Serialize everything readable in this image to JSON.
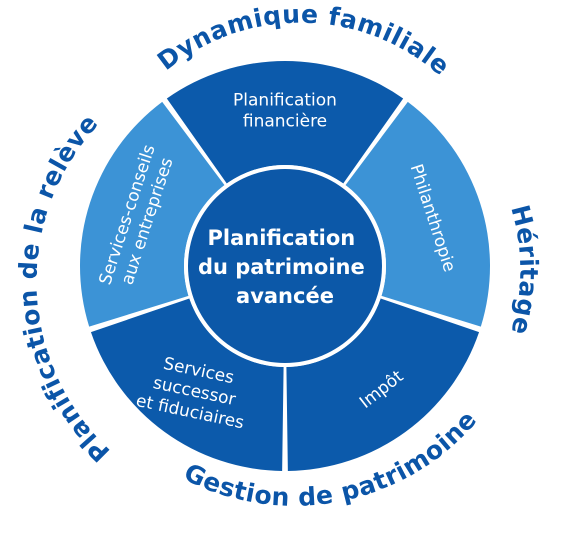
{
  "colors": {
    "dark_blue": "#0c5aab",
    "light_blue": "#3c93d6",
    "center": "#0c58a8",
    "divider": "#ffffff",
    "outer_label": "#0b55a8"
  },
  "center": {
    "lines": [
      "Planification",
      "du patrimoine",
      "avancée"
    ]
  },
  "segments": [
    {
      "id": "planification-financiere",
      "shade": "dark",
      "lines": [
        "Planification",
        "financière"
      ]
    },
    {
      "id": "philanthropie",
      "shade": "light",
      "lines": [
        "Philanthropie"
      ]
    },
    {
      "id": "impot",
      "shade": "dark",
      "lines": [
        "Impôt"
      ]
    },
    {
      "id": "services-successor",
      "shade": "dark",
      "lines": [
        "Services",
        "successor",
        "et fiduciaires"
      ]
    },
    {
      "id": "services-conseils",
      "shade": "light",
      "lines": [
        "Services-conseils",
        "aux entreprises"
      ]
    }
  ],
  "outer_labels": {
    "top": "Dynamique familiale",
    "right": "Héritage",
    "bottom": "Gestion de patrimoine",
    "left": "Planification de la relève"
  }
}
